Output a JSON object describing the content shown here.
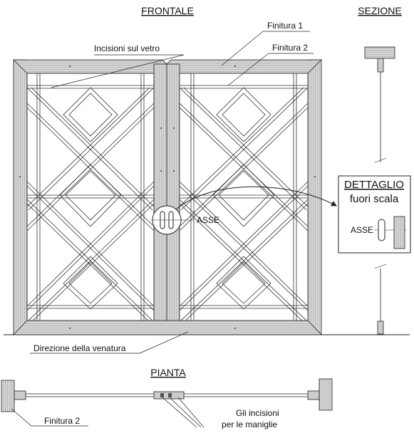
{
  "headers": {
    "frontale": "FRONTALE",
    "sezione": "SEZIONE",
    "pianta": "PIANTA"
  },
  "annotations": {
    "incisioni_vetro": "Incisioni sul vetro",
    "finitura1": "Finitura 1",
    "finitura2_top": "Finitura 2",
    "asse": "ASSE",
    "direzione_venatura": "Direzione della venatura",
    "finitura2_bottom": "Finitura 2",
    "incisioni_maniglie_line1": "Gli incisioni",
    "incisioni_maniglie_line2": "per le maniglie"
  },
  "detail": {
    "title": "DETTAGLIO",
    "subtitle": "fuori scala",
    "asse": "ASSE"
  },
  "colors": {
    "line": "#222222",
    "frame_fill": "#d9d9d9",
    "glass_fill": "#ffffff",
    "hatch": "#9a9a9a"
  }
}
